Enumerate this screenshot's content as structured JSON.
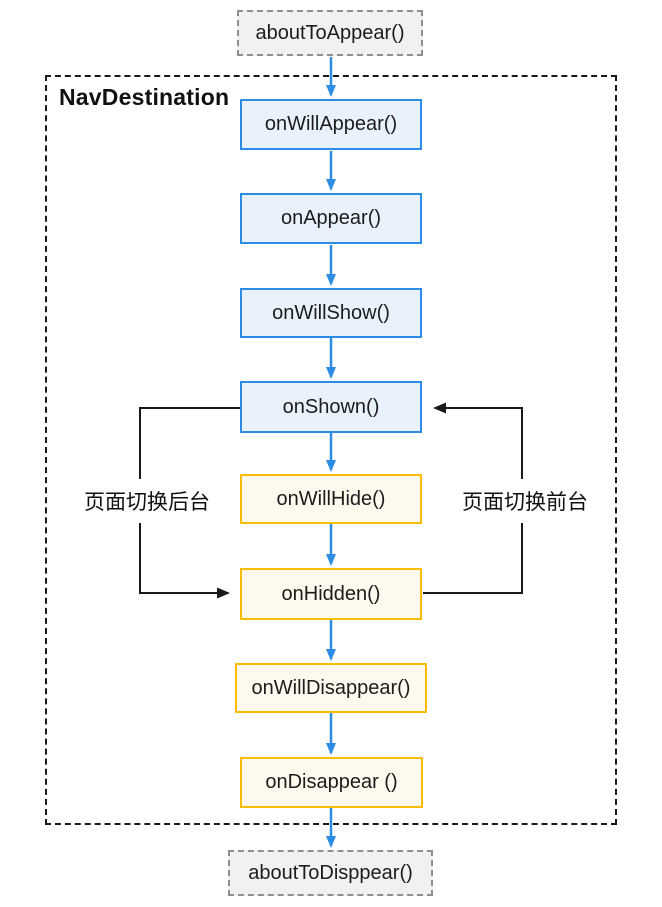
{
  "diagram": {
    "container_label": "NavDestination",
    "nodes": {
      "about_to_appear": {
        "label": "aboutToAppear()",
        "kind": "external-callback"
      },
      "on_will_appear": {
        "label": "onWillAppear()",
        "kind": "show-lifecycle"
      },
      "on_appear": {
        "label": "onAppear()",
        "kind": "show-lifecycle"
      },
      "on_will_show": {
        "label": "onWillShow()",
        "kind": "show-lifecycle"
      },
      "on_shown": {
        "label": "onShown()",
        "kind": "show-lifecycle"
      },
      "on_will_hide": {
        "label": "onWillHide()",
        "kind": "hide-lifecycle"
      },
      "on_hidden": {
        "label": "onHidden()",
        "kind": "hide-lifecycle"
      },
      "on_will_disappear": {
        "label": "onWillDisappear()",
        "kind": "hide-lifecycle"
      },
      "on_disappear": {
        "label": "onDisappear ()",
        "kind": "hide-lifecycle"
      },
      "about_to_disppear": {
        "label": "aboutToDisppear()",
        "kind": "external-callback"
      }
    },
    "edge_labels": {
      "to_background": "页面切换后台",
      "to_foreground": "页面切换前台"
    }
  },
  "colors": {
    "blue_border": "#2d8ce4",
    "blue_fill": "#e9f2fc",
    "yellow_border": "#fbbc04",
    "yellow_fill": "#fdf9ec",
    "gray_border": "#8f8f8f",
    "gray_fill": "#f1f1f1",
    "arrow_blue": "#2d8ce4",
    "line_black": "#1a1a1a",
    "container_border": "#1a1a1a"
  }
}
